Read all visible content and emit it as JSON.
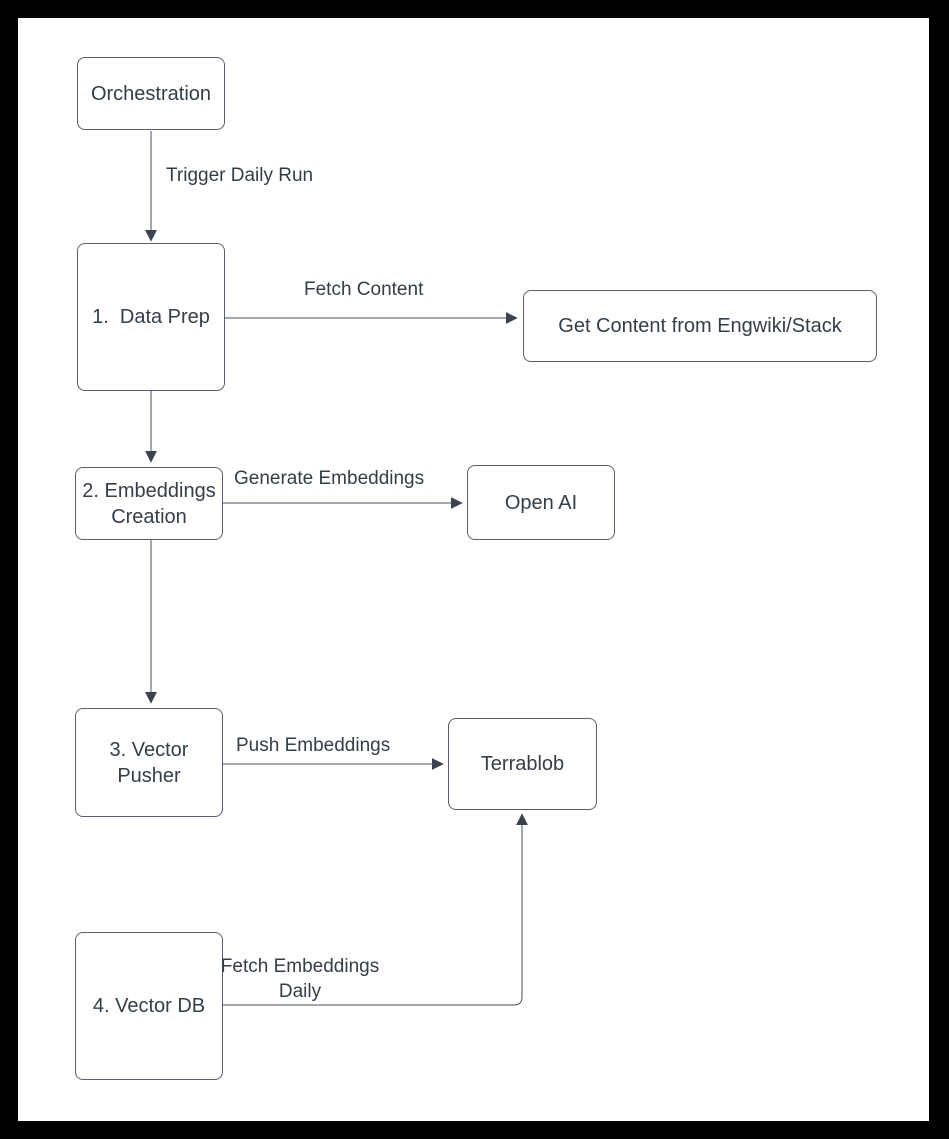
{
  "diagram": {
    "type": "flowchart",
    "description": "Embeddings pipeline flowchart",
    "colors": {
      "frame": "#000000",
      "page_background": "#ffffff",
      "node_border": "#57606c",
      "edge_line": "#47505c",
      "arrowhead": "#3a434f",
      "text": "#333e48"
    },
    "nodes": {
      "orchestration": {
        "label": "Orchestration"
      },
      "data_prep": {
        "label": "1.  Data Prep"
      },
      "get_content": {
        "label": "Get Content from Engwiki/Stack"
      },
      "embeddings_creation": {
        "label": "2. Embeddings\nCreation"
      },
      "open_ai": {
        "label": "Open AI"
      },
      "vector_pusher": {
        "label": "3. Vector\nPusher"
      },
      "terrablob": {
        "label": "Terrablob"
      },
      "vector_db": {
        "label": "4. Vector DB"
      }
    },
    "edges": {
      "trigger_daily_run": {
        "from": "orchestration",
        "to": "data_prep",
        "label": "Trigger Daily Run"
      },
      "fetch_content": {
        "from": "data_prep",
        "to": "get_content",
        "label": "Fetch Content"
      },
      "data_prep_to_embeddings_creation": {
        "from": "data_prep",
        "to": "embeddings_creation",
        "label": ""
      },
      "generate_embeddings": {
        "from": "embeddings_creation",
        "to": "open_ai",
        "label": "Generate Embeddings"
      },
      "embeddings_creation_to_vector_pusher": {
        "from": "embeddings_creation",
        "to": "vector_pusher",
        "label": ""
      },
      "push_embeddings": {
        "from": "vector_pusher",
        "to": "terrablob",
        "label": "Push Embeddings"
      },
      "fetch_embeddings_daily": {
        "from": "vector_db",
        "to": "terrablob",
        "label": "Fetch Embeddings\nDaily"
      }
    }
  }
}
